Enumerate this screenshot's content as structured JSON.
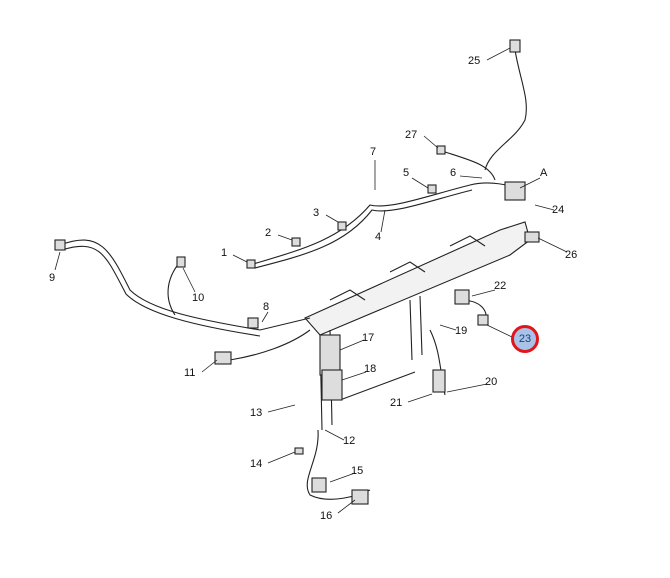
{
  "diagram": {
    "callouts": [
      {
        "id": "25",
        "label": "25"
      },
      {
        "id": "27",
        "label": "27"
      },
      {
        "id": "7",
        "label": "7"
      },
      {
        "id": "A",
        "label": "A"
      },
      {
        "id": "6",
        "label": "6"
      },
      {
        "id": "5",
        "label": "5"
      },
      {
        "id": "24",
        "label": "24"
      },
      {
        "id": "3",
        "label": "3"
      },
      {
        "id": "2",
        "label": "2"
      },
      {
        "id": "4",
        "label": "4"
      },
      {
        "id": "26",
        "label": "26"
      },
      {
        "id": "1",
        "label": "1"
      },
      {
        "id": "9",
        "label": "9"
      },
      {
        "id": "10",
        "label": "10"
      },
      {
        "id": "8",
        "label": "8"
      },
      {
        "id": "22",
        "label": "22"
      },
      {
        "id": "17",
        "label": "17"
      },
      {
        "id": "19",
        "label": "19"
      },
      {
        "id": "11",
        "label": "11"
      },
      {
        "id": "18",
        "label": "18"
      },
      {
        "id": "20",
        "label": "20"
      },
      {
        "id": "21",
        "label": "21"
      },
      {
        "id": "13",
        "label": "13"
      },
      {
        "id": "12",
        "label": "12"
      },
      {
        "id": "14",
        "label": "14"
      },
      {
        "id": "15",
        "label": "15"
      },
      {
        "id": "16",
        "label": "16"
      }
    ],
    "highlighted": {
      "label": "23",
      "ring_color": "#e0161b",
      "fill_color": "#a9c3e8"
    }
  }
}
